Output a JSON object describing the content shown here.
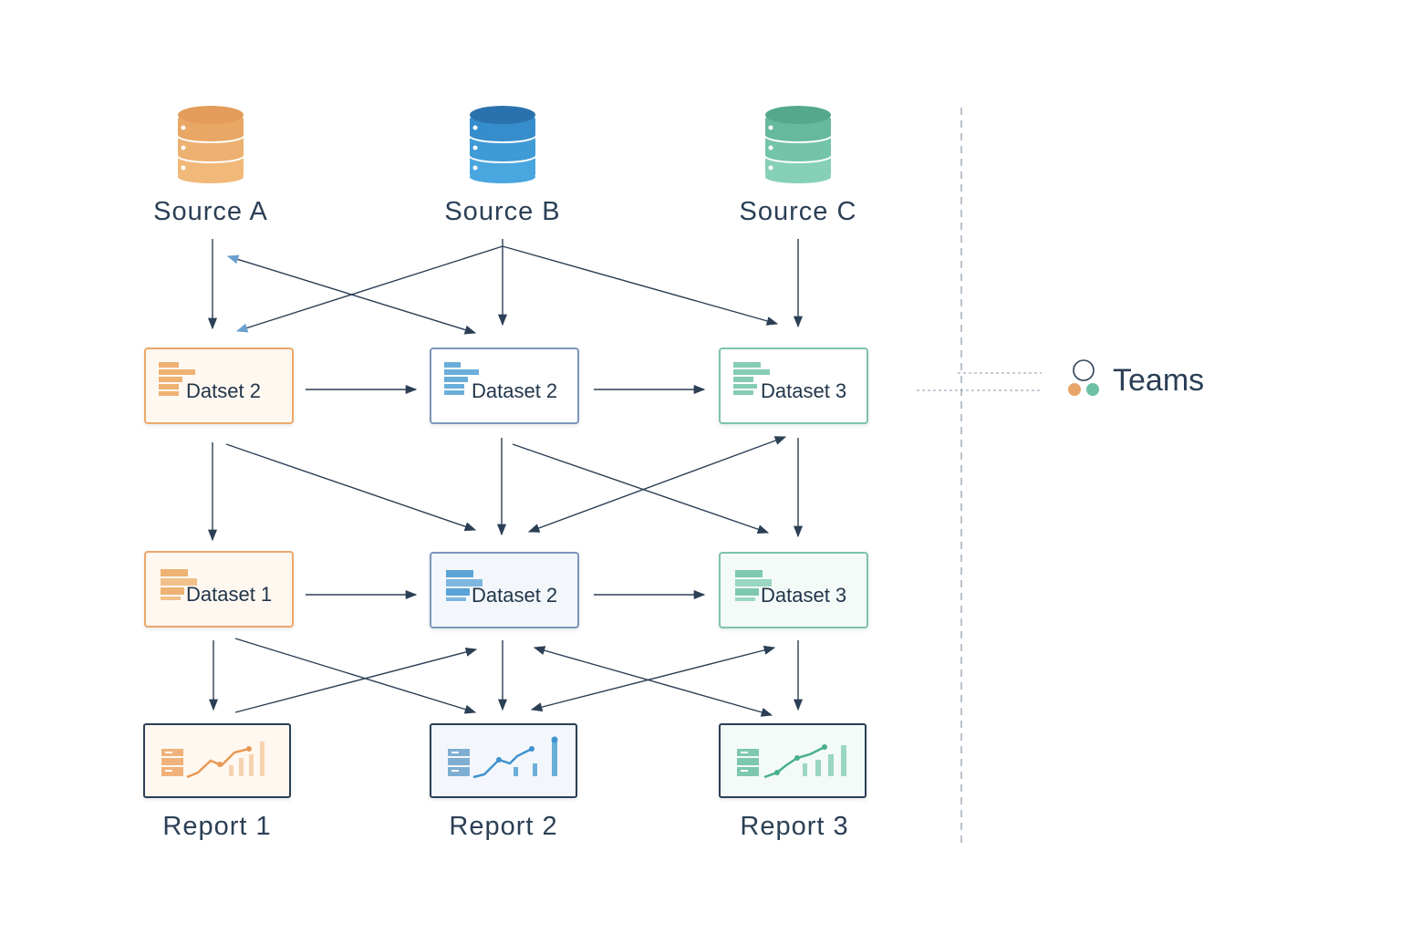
{
  "sources": [
    {
      "label": "Source A",
      "color": "#e8a56a"
    },
    {
      "label": "Source B",
      "color": "#3a8fcf"
    },
    {
      "label": "Source C",
      "color": "#5fb59a"
    }
  ],
  "datasets_row1": [
    {
      "label": "Datset 2"
    },
    {
      "label": "Dataset 2"
    },
    {
      "label": "Dataset 3"
    }
  ],
  "datasets_row2": [
    {
      "label": "Dataset 1"
    },
    {
      "label": "Dataset 2"
    },
    {
      "label": "Dataset 3"
    }
  ],
  "reports": [
    {
      "label": "Report 1",
      "color": "#e8a56a"
    },
    {
      "label": "Report 2",
      "color": "#5b9fd1"
    },
    {
      "label": "Report 3",
      "color": "#5fb59a"
    }
  ],
  "teams": {
    "label": "Teams",
    "icon": "teams-icon"
  },
  "colors": {
    "arrow": "#2b3f55",
    "arrow_highlight": "#6a9fcf",
    "divider": "#8a9aaa"
  }
}
